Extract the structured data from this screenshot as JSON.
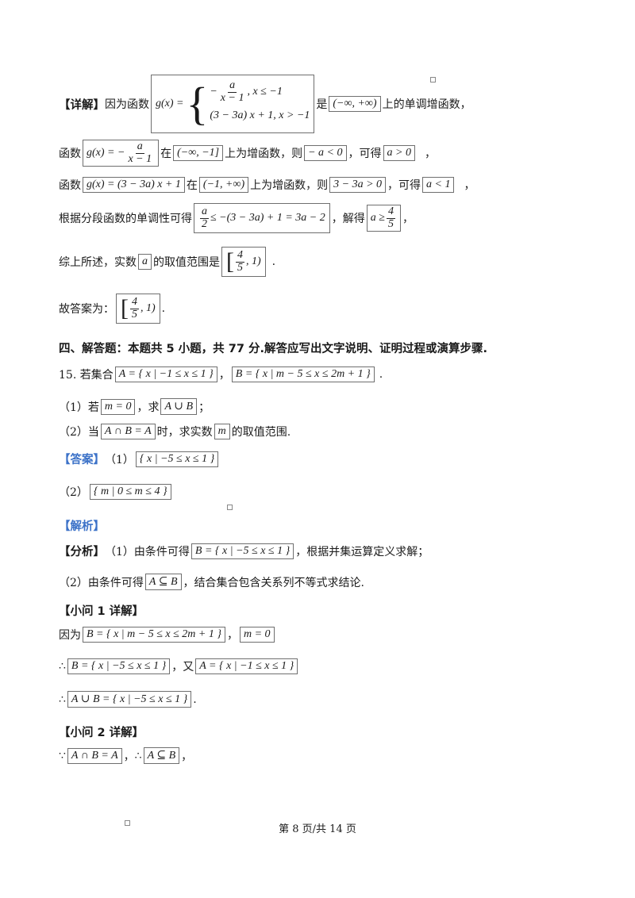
{
  "detail": {
    "label": "【详解】",
    "t1": "因为函数",
    "g_def": "g(x) =",
    "piece1_num": "a",
    "piece1_den": "x − 1",
    "piece1_cond": ", x ≤ −1",
    "piece2": "(3 − 3a) x + 1, x > −1",
    "t2": "是",
    "domain": "(−∞, +∞)",
    "t3": "上的单调增函数，"
  },
  "line2": {
    "t1": "函数",
    "g": "g(x) = −",
    "num": "a",
    "den": "x − 1",
    "t2": "在",
    "interval": "(−∞, −1]",
    "t3": "上为增函数，则",
    "cond": "− a < 0",
    "t4": "，可得",
    "res": "a > 0",
    "t5": "，"
  },
  "line3": {
    "t1": "函数",
    "g": "g(x) = (3 − 3a) x + 1",
    "t2": "在",
    "interval": "(−1, +∞)",
    "t3": "上为增函数，则",
    "cond": "3 − 3a > 0",
    "t4": "，可得",
    "res": "a < 1",
    "t5": "，"
  },
  "line4": {
    "t1": "根据分段函数的单调性可得",
    "num": "a",
    "den": "2",
    "rest": "≤ −(3 − 3a) + 1 = 3a − 2",
    "t2": "，解得",
    "res_pre": "a ≥",
    "res_num": "4",
    "res_den": "5",
    "t3": "，"
  },
  "line5": {
    "t1": "综上所述，实数",
    "var": "a",
    "t2": "的取值范围是",
    "num": "4",
    "den": "5",
    "tail": ", 1)",
    "t3": "."
  },
  "answer_line": {
    "t1": "故答案为：",
    "num": "4",
    "den": "5",
    "tail": ", 1)",
    "t2": "."
  },
  "section4": "四、解答题：本题共 5 小题，共 77 分.解答应写出文字说明、证明过程或演算步骤.",
  "q15": {
    "t1": "15. 若集合",
    "setA": "A = { x | −1 ≤ x ≤ 1 }",
    "sep": "，",
    "setB": "B = { x | m − 5 ≤ x ≤ 2m + 1 }",
    "t2": "."
  },
  "q15_1": {
    "t1": "（1）若",
    "m": "m = 0",
    "t2": "，求",
    "expr": "A ∪ B",
    "t3": "；"
  },
  "q15_2": {
    "t1": "（2）当",
    "expr": "A ∩ B = A",
    "t2": "时，求实数",
    "var": "m",
    "t3": "的取值范围."
  },
  "ans": {
    "label": "【答案】",
    "p1": "（1）",
    "a1": "{ x | −5 ≤ x ≤ 1 }",
    "p2": "（2）",
    "a2": "{ m | 0 ≤ m ≤ 4 }"
  },
  "analysis_label": "【解析】",
  "fenxi": {
    "label": "【分析】",
    "t1": "（1）由条件可得",
    "b": "B = { x | −5 ≤ x ≤ 1 }",
    "t2": "，根据并集运算定义求解；",
    "t3": "（2）由条件可得",
    "sub": "A ⊆ B",
    "t4": "，结合集合包含关系列不等式求结论."
  },
  "sub1": {
    "label": "【小问 1 详解】",
    "t1": "因为",
    "b": "B = { x | m − 5 ≤ x ≤ 2m + 1 }",
    "sep": "，",
    "m": "m = 0",
    "s1": "∴",
    "b2": "B = { x | −5 ≤ x ≤ 1 }",
    "t2": "，又",
    "a": "A = { x | −1 ≤ x ≤ 1 }",
    "s2": "∴",
    "union": "A ∪ B = { x | −5 ≤ x ≤ 1 }",
    "t3": "."
  },
  "sub2": {
    "label": "【小问 2 详解】",
    "s1": "∵",
    "e1": "A ∩ B = A",
    "sep": "，",
    "s2": "∴",
    "e2": "A ⊆ B",
    "t1": "，"
  },
  "footer": "第 8 页/共 14 页",
  "colors": {
    "blue_heading": "#3c72c8",
    "box_border": "#6f6f6f"
  }
}
